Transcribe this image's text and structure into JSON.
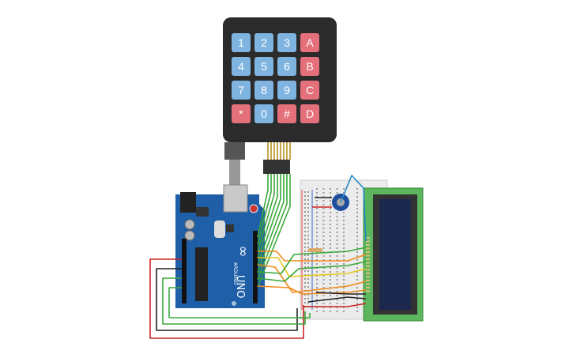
{
  "colors": {
    "keypad_body": "#2b2b2b",
    "key_blue": "#7fb3e0",
    "key_red": "#e3707a",
    "arduino_blue": "#1f5fa8",
    "breadboard": "#ececec",
    "lcd_green": "#5db65d",
    "lcd_screen": "#1c2750",
    "wire_green": "#3aa83a",
    "wire_red": "#cc2222",
    "wire_black": "#222222",
    "wire_orange": "#f08a1c",
    "wire_yellow": "#e6c619",
    "wire_blue": "#1e88c8"
  },
  "keypad": {
    "rows": [
      [
        {
          "label": "1",
          "color": "blue"
        },
        {
          "label": "2",
          "color": "blue"
        },
        {
          "label": "3",
          "color": "blue"
        },
        {
          "label": "A",
          "color": "red"
        }
      ],
      [
        {
          "label": "4",
          "color": "blue"
        },
        {
          "label": "5",
          "color": "blue"
        },
        {
          "label": "6",
          "color": "blue"
        },
        {
          "label": "B",
          "color": "red"
        }
      ],
      [
        {
          "label": "7",
          "color": "blue"
        },
        {
          "label": "8",
          "color": "blue"
        },
        {
          "label": "9",
          "color": "blue"
        },
        {
          "label": "C",
          "color": "red"
        }
      ],
      [
        {
          "label": "*",
          "color": "red"
        },
        {
          "label": "0",
          "color": "blue"
        },
        {
          "label": "#",
          "color": "red"
        },
        {
          "label": "D",
          "color": "red"
        }
      ]
    ]
  },
  "arduino": {
    "model_label": "UNO",
    "brand_label": "ARDUINO",
    "logo_text": "∞"
  },
  "icons": [
    "arduino-logo-icon",
    "potentiometer-icon"
  ]
}
